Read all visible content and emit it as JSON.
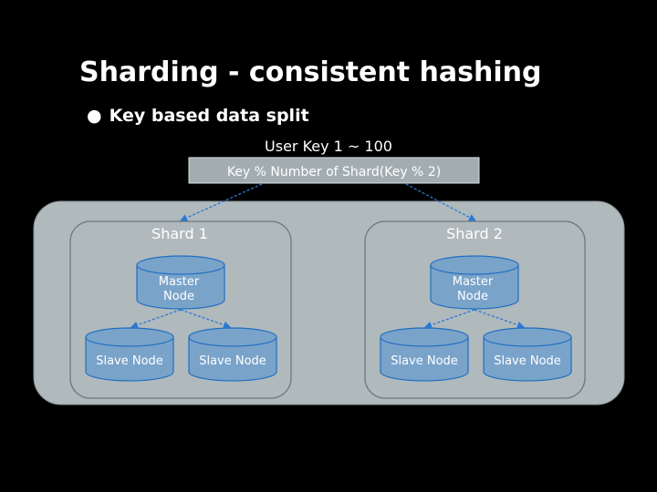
{
  "slide": {
    "title": "Sharding - consistent hashing",
    "bullet": "Key based data split"
  },
  "diagram": {
    "input_label": "User Key 1 ~ 100",
    "hash_box_label": "Key % Number of Shard(Key % 2)",
    "shards": [
      {
        "name": "Shard 1",
        "master": [
          "Master",
          "Node"
        ],
        "slaves": [
          "Slave Node",
          "Slave Node"
        ]
      },
      {
        "name": "Shard 2",
        "master": [
          "Master",
          "Node"
        ],
        "slaves": [
          "Slave Node",
          "Slave Node"
        ]
      }
    ]
  },
  "colors": {
    "background": "#000000",
    "cluster_fill": "#b0b9bc",
    "hash_box_fill": "#a2adb2",
    "cylinder_fill": "#7aa3c9",
    "cylinder_stroke": "#1f6fc2",
    "arrow": "#2a78d4"
  }
}
